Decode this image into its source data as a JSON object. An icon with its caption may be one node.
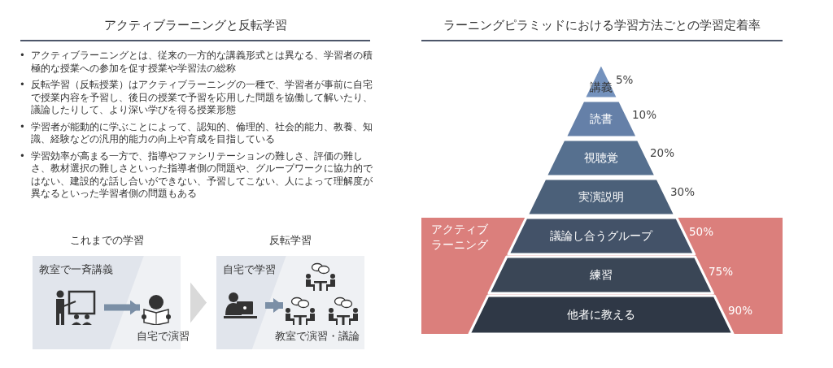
{
  "diagram": {
    "nodes": [
      {
        "text": [
          "これまでの学習",
          "教室で一斉講義",
          "自宅で演習"
        ]
      },
      {
        "text": [
          "反転学習",
          "自宅で学習",
          "教室で演習・議論"
        ]
      },
      {
        "text": [],
        "shape": "picture",
        "in": 0
      },
      {
        "text": [],
        "shape": "picture",
        "in": 0
      },
      {
        "text": [],
        "shape": "picture",
        "in": 1
      },
      {
        "text": [],
        "shape": "picture",
        "in": 1
      },
      {
        "text": [],
        "shape": "picture",
        "in": 1
      },
      {
        "text": [],
        "shape": "picture",
        "in": 1
      },
      {
        "text": [
          "講義"
        ],
        "beside": [
          "5%"
        ]
      },
      {
        "text": [
          "読書"
        ],
        "beside": [
          "10%"
        ]
      },
      {
        "text": [
          "視聴覚"
        ],
        "beside": [
          "20%"
        ]
      },
      {
        "text": [
          "実演説明"
        ],
        "beside": [
          "30%"
        ]
      },
      {
        "text": [
          "アクティブラーニング"
        ]
      },
      {
        "text": [
          "議論し合うグループ"
        ],
        "beside": [
          "50%"
        ],
        "in": 12
      },
      {
        "text": [
          "練習"
        ],
        "beside": [
          "75%"
        ],
        "in": 12
      },
      {
        "text": [
          "他者に教える"
        ],
        "beside": [
          "90%"
        ],
        "in": 12
      }
    ],
    "edges": [
      {
        "from": 0,
        "to": 1,
        "arrow": "to",
        "color": "#d9d9d9"
      },
      {
        "from": 2,
        "to": 3,
        "arrow": "to"
      },
      {
        "from": 4,
        "to": 6,
        "arrow": "to"
      }
    ],
    "labels": [
      "アクティブラーニングと反転学習",
      "•",
      "アクティブラーニングとは、従来の一方的な講義形式とは異なる、学習者の積極的な授業への参加を促す授業や学習法の総称",
      "•",
      "反転学習（反転授業）はアクティブラーニングの一種で、学習者が事前に自宅で授業内容を予習し、後日の授業で予習を応用した問題を協働して解いたり、議論したりして、より深い学びを得る授業形態",
      "•",
      "学習者が能動的に学ぶことによって、認知的、倫理的、社会的能力、教養、知識、経験などの汎用的能力の向上や育成を目指している",
      "•",
      "学習効率が高まる一方で、指導やファシリテーションの難しさ、評価の難しさ、教材選択の難しさといった指導者側の問題や、グループワークに協力的ではない、建設的な話し合いができない、予習してこない、人によって理解度が異なるといった学習者側の問題もある",
      "ラーニングピラミッドにおける学習方法ごとの学習定着率"
    ]
  }
}
